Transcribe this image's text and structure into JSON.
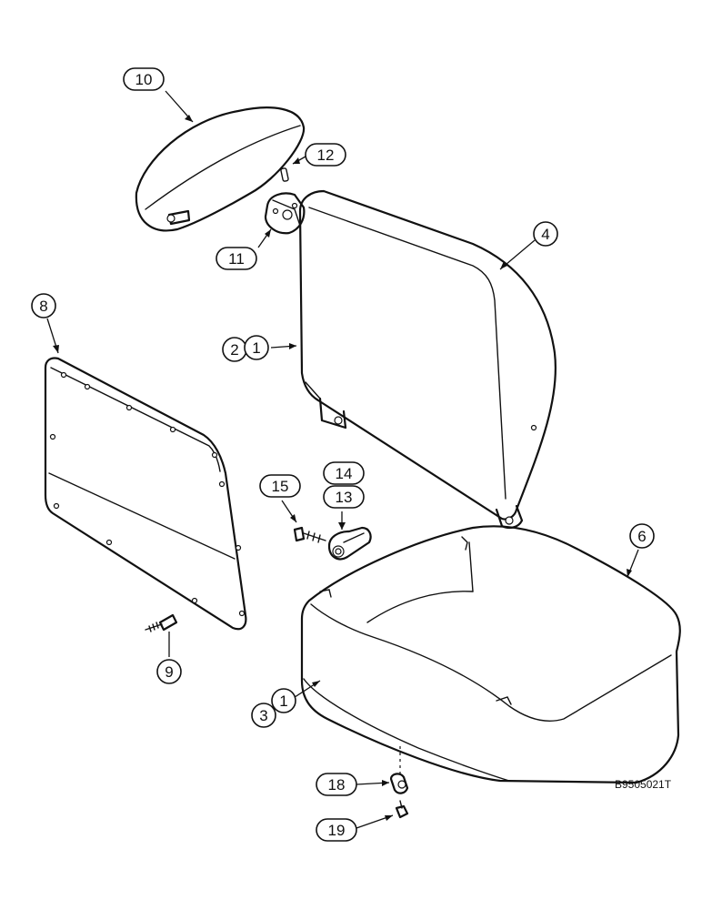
{
  "figure_code": "B9505021T",
  "callouts": [
    {
      "id": "c10",
      "label": "10"
    },
    {
      "id": "c12",
      "label": "12"
    },
    {
      "id": "c11",
      "label": "11"
    },
    {
      "id": "c4",
      "label": "4"
    },
    {
      "id": "c8",
      "label": "8"
    },
    {
      "id": "c2a",
      "label": "2"
    },
    {
      "id": "c2b",
      "label": "1"
    },
    {
      "id": "c14",
      "label": "14"
    },
    {
      "id": "c13",
      "label": "13"
    },
    {
      "id": "c15",
      "label": "15"
    },
    {
      "id": "c6",
      "label": "6"
    },
    {
      "id": "c9",
      "label": "9"
    },
    {
      "id": "c3a",
      "label": "3"
    },
    {
      "id": "c3b",
      "label": "1"
    },
    {
      "id": "c18",
      "label": "18"
    },
    {
      "id": "c19",
      "label": "19"
    }
  ]
}
